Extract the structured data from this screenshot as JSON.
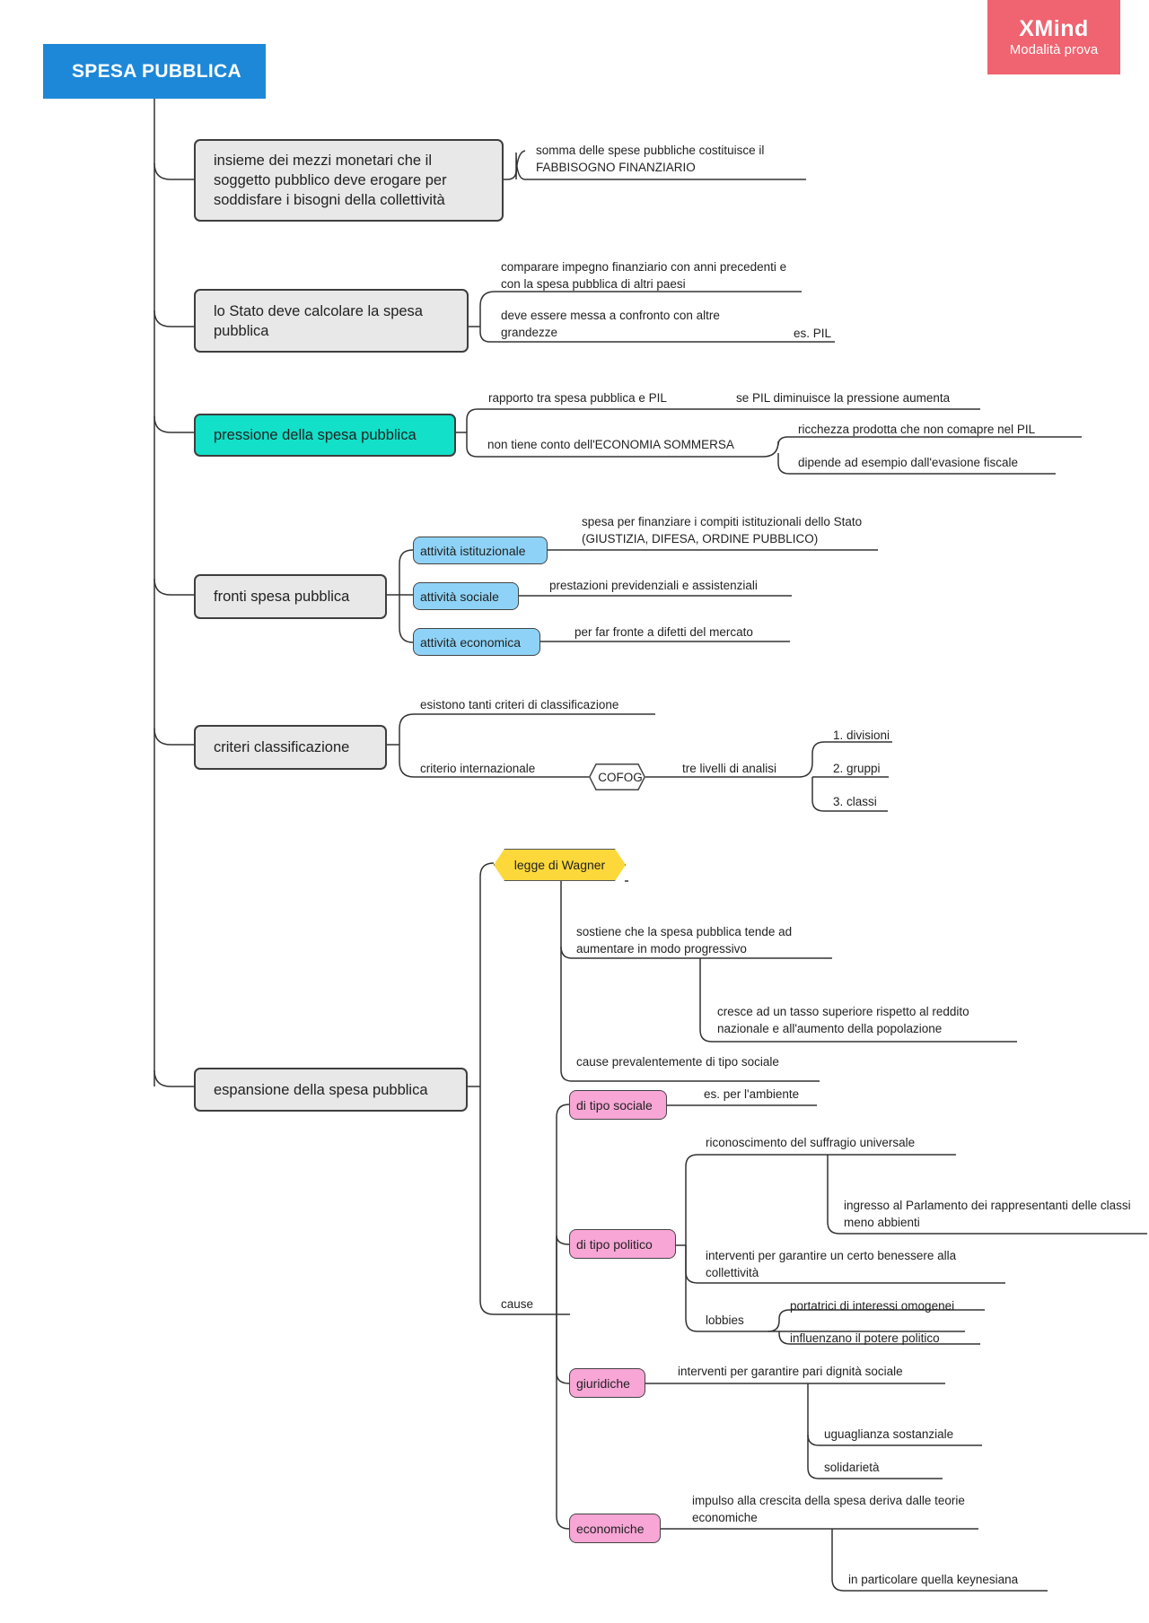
{
  "badge": {
    "brand": "XMind",
    "mode": "Modalità prova"
  },
  "root": {
    "title": "SPESA PUBBLICA"
  },
  "branches": {
    "definizione": {
      "label": "insieme dei mezzi monetari che il soggetto pubblico deve erogare  per soddisfare i bisogni della collettività",
      "note": "somma delle spese pubbliche costituisce il FABBISOGNO FINANZIARIO"
    },
    "calcolo": {
      "label": "lo Stato deve calcolare la spesa pubblica",
      "items": [
        "comparare impegno finanziario con anni precedenti e con la spesa pubblica di altri paesi",
        "deve essere messa a confronto con altre grandezze"
      ],
      "example": "es. PIL"
    },
    "pressione": {
      "label": "pressione della spesa pubblica",
      "ratio": "rapporto tra spesa pubblica e PIL",
      "ratio_note": "se PIL diminuisce la pressione aumenta",
      "sommersa": "non tiene conto dell'ECONOMIA SOMMERSA",
      "sommersa_notes": [
        "ricchezza prodotta che non comapre nel PIL",
        "dipende ad esempio dall'evasione fiscale"
      ]
    },
    "fronti": {
      "label": "fronti spesa pubblica",
      "items": [
        {
          "tag": "attività istituzionale",
          "desc": "spesa per finanziare i compiti istituzionali dello Stato (GIUSTIZIA, DIFESA, ORDINE PUBBLICO)"
        },
        {
          "tag": "attività sociale",
          "desc": "prestazioni previdenziali e assistenziali"
        },
        {
          "tag": "attività economica",
          "desc": "per far fronte a difetti del mercato"
        }
      ]
    },
    "criteri": {
      "label": "criteri classificazione",
      "many": "esistono tanti criteri di classificazione",
      "intl": "criterio internazionale",
      "cofog": "COFOG",
      "levels_label": "tre livelli di analisi",
      "levels": [
        "1. divisioni",
        "2. gruppi",
        "3. classi"
      ]
    },
    "espansione": {
      "label": "espansione della spesa pubblica",
      "wagner": {
        "title": "legge di Wagner",
        "claim": "sostiene che la spesa pubblica tende ad aumentare in modo progressivo",
        "growth": "cresce ad un tasso superiore rispetto al reddito nazionale e all'aumento della popolazione",
        "causes": "cause prevalentemente di tipo sociale"
      },
      "cause_label": "cause",
      "sociale": {
        "tag": "di tipo sociale",
        "note": "es. per l'ambiente"
      },
      "politico": {
        "tag": "di tipo politico",
        "suffragio": "riconoscimento del suffragio universale",
        "parlamento": "ingresso al Parlamento dei rappresentanti delle classi meno abbienti",
        "benessere": "interventi per garantire un certo benessere alla collettività",
        "lobbies": "lobbies",
        "lobbies_notes": [
          "portatrici di interessi omogenei",
          "influenzano il potere politico"
        ]
      },
      "giuridiche": {
        "tag": "giuridiche",
        "note": "interventi per garantire pari dignità sociale",
        "items": [
          "uguaglianza sostanziale",
          "solidarietà"
        ]
      },
      "economiche": {
        "tag": "economiche",
        "note": "impulso alla crescita della spesa deriva dalle teorie economiche",
        "keynes": "in particolare quella keynesiana"
      }
    }
  }
}
